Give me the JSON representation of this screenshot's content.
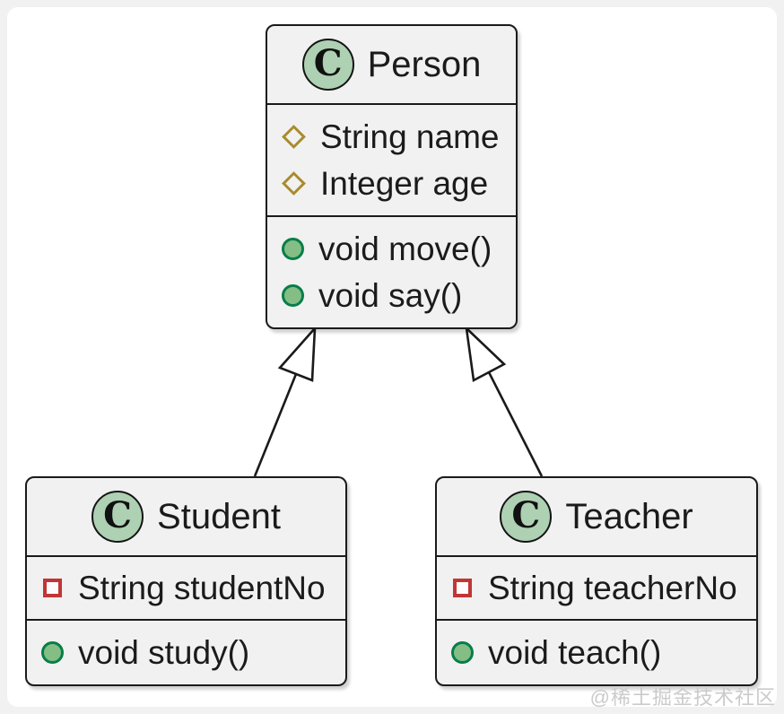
{
  "diagram": {
    "type": "uml-class-diagram",
    "classes": [
      {
        "name": "Person",
        "icon_letter": "C",
        "fields": [
          {
            "visibility": "package-private",
            "text": "String name"
          },
          {
            "visibility": "package-private",
            "text": "Integer age"
          }
        ],
        "methods": [
          {
            "visibility": "public",
            "text": "void move()"
          },
          {
            "visibility": "public",
            "text": "void say()"
          }
        ]
      },
      {
        "name": "Student",
        "icon_letter": "C",
        "fields": [
          {
            "visibility": "private",
            "text": "String studentNo"
          }
        ],
        "methods": [
          {
            "visibility": "public",
            "text": "void study()"
          }
        ]
      },
      {
        "name": "Teacher",
        "icon_letter": "C",
        "fields": [
          {
            "visibility": "private",
            "text": "String teacherNo"
          }
        ],
        "methods": [
          {
            "visibility": "public",
            "text": "void teach()"
          }
        ]
      }
    ],
    "edges": [
      {
        "from": "Student",
        "to": "Person",
        "type": "inheritance"
      },
      {
        "from": "Teacher",
        "to": "Person",
        "type": "inheritance"
      }
    ]
  },
  "watermark": "@稀土掘金技术社区",
  "colors": {
    "page_background": "#ffffff",
    "outer_background": "#f1f1f2",
    "class_fill": "#f1f1f1",
    "class_border": "#1a1a1a",
    "class_icon_fill": "#add1b2",
    "public_icon_fill": "#84be84",
    "public_icon_border": "#077e4a",
    "package_icon_color": "#a98b2d",
    "private_icon_color": "#c23535",
    "watermark_color": "#cbcbcb"
  }
}
